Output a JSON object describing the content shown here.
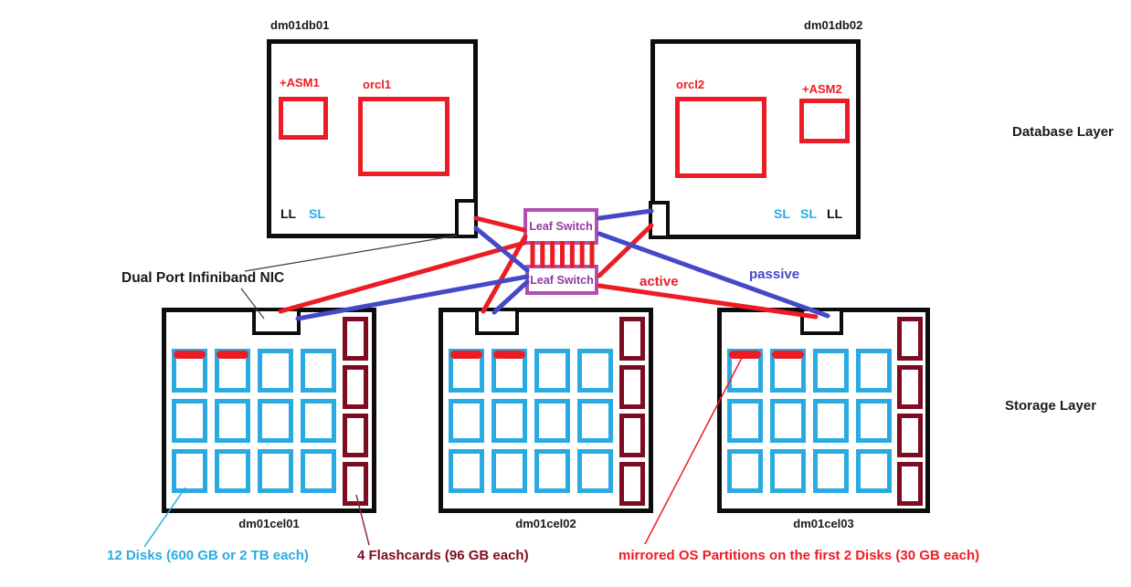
{
  "layer_labels": {
    "database": "Database Layer",
    "storage": "Storage Layer"
  },
  "db_servers": [
    {
      "name": "dm01db01",
      "instances": [
        {
          "label": "+ASM1"
        },
        {
          "label": "orcl1"
        }
      ],
      "ports": [
        {
          "text": "LL",
          "color": "black"
        },
        {
          "text": "SL",
          "color": "cyan"
        }
      ]
    },
    {
      "name": "dm01db02",
      "instances": [
        {
          "label": "orcl2"
        },
        {
          "label": "+ASM2"
        }
      ],
      "ports": [
        {
          "text": "SL",
          "color": "cyan"
        },
        {
          "text": "SL",
          "color": "cyan"
        },
        {
          "text": "LL",
          "color": "black"
        }
      ]
    }
  ],
  "switches": [
    {
      "label": "Leaf Switch"
    },
    {
      "label": "Leaf Switch"
    }
  ],
  "storage_cells": [
    {
      "name": "dm01cel01"
    },
    {
      "name": "dm01cel02"
    },
    {
      "name": "dm01cel03"
    }
  ],
  "cell_spec": {
    "disk_cols": 4,
    "disk_rows": 3,
    "flashcards": 4,
    "os_partition_disks": 2,
    "switch_interconnect_links": 7
  },
  "annotations": {
    "nic_label": "Dual Port Infiniband NIC",
    "active": "active",
    "passive": "passive",
    "disks": "12 Disks (600 GB or 2 TB each)",
    "flashcards": "4 Flashcards (96 GB each)",
    "os_partitions": "mirrored OS Partitions on the first 2 Disks (30 GB each)"
  },
  "colors": {
    "red": "#ed1c24",
    "blue": "#4449c8",
    "cyan": "#29abe2",
    "maroon": "#7d0c21",
    "purple_border": "#b14fb1",
    "purple_text": "#8f3a9e",
    "black": "#111111"
  }
}
